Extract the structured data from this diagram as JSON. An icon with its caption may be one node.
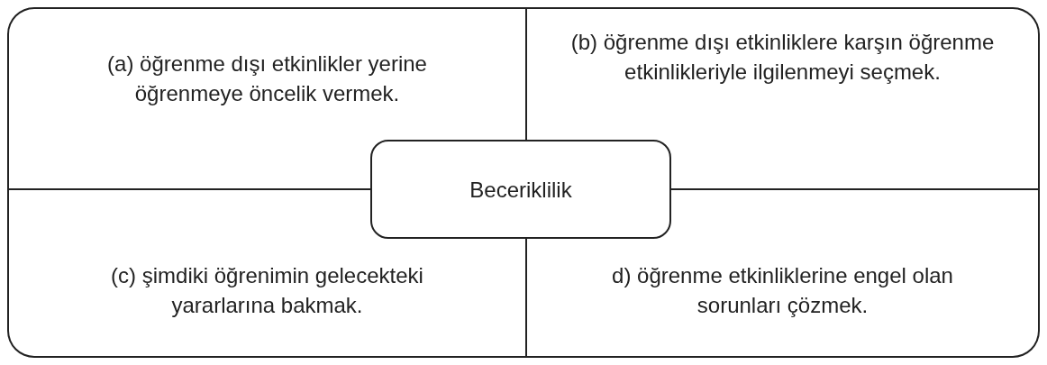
{
  "diagram": {
    "nodes": [
      {
        "text": [
          "(a) öğrenme dışı etkinlikler yerine öğrenmeye öncelik vermek."
        ]
      },
      {
        "text": [
          "(b) öğrenme dışı etkinliklere karşın öğrenme etkinlikleriyle ilgilenmeyi seçmek."
        ]
      },
      {
        "text": [
          "Beceriklilik"
        ]
      },
      {
        "text": [
          "(c) şimdiki öğrenimin gelecekteki yararlarına bakmak."
        ]
      },
      {
        "text": [
          "d) öğrenme etkinliklerine engel olan sorunları çözmek."
        ]
      }
    ],
    "edges": []
  }
}
